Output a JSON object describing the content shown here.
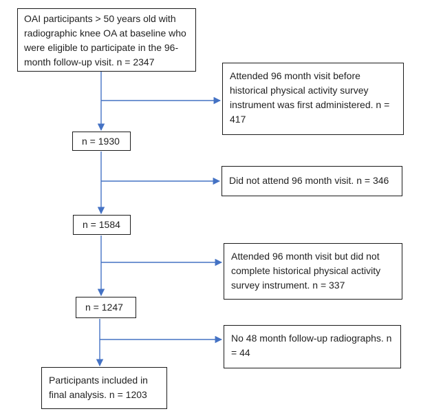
{
  "diagram": {
    "type": "participant-flow-chart",
    "arrow_color": "#4472C4",
    "box_border_color": "#1a1a1a",
    "text_color": "#1f1f1f",
    "background_color": "#ffffff",
    "nodes": {
      "eligible": {
        "text": "OAI participants > 50 years old with radiographic knee OA at baseline who were eligible to participate in the 96-month follow-up visit. n = 2347",
        "n": 2347
      },
      "excl_before_survey": {
        "text": "Attended 96 month visit before historical physical activity survey instrument was first administered. n = 417",
        "n": 417
      },
      "n_1930": {
        "text": "n = 1930",
        "n": 1930
      },
      "excl_no_visit": {
        "text": "Did not attend 96 month visit. n = 346",
        "n": 346
      },
      "n_1584": {
        "text": "n = 1584",
        "n": 1584
      },
      "excl_incomplete_survey": {
        "text": "Attended 96 month visit but did not complete historical physical activity survey instrument. n = 337",
        "n": 337
      },
      "n_1247": {
        "text": "n = 1247",
        "n": 1247
      },
      "excl_no_radiographs": {
        "text": "No 48 month follow-up radiographs. n = 44",
        "n": 44
      },
      "final": {
        "text": "Participants included in final analysis. n = 1203",
        "n": 1203
      }
    },
    "edges": [
      {
        "from": "eligible",
        "to": "excl_before_survey"
      },
      {
        "from": "eligible",
        "to": "n_1930"
      },
      {
        "from": "n_1930",
        "to": "excl_no_visit"
      },
      {
        "from": "n_1930",
        "to": "n_1584"
      },
      {
        "from": "n_1584",
        "to": "excl_incomplete_survey"
      },
      {
        "from": "n_1584",
        "to": "n_1247"
      },
      {
        "from": "n_1247",
        "to": "excl_no_radiographs"
      },
      {
        "from": "n_1247",
        "to": "final"
      }
    ]
  }
}
